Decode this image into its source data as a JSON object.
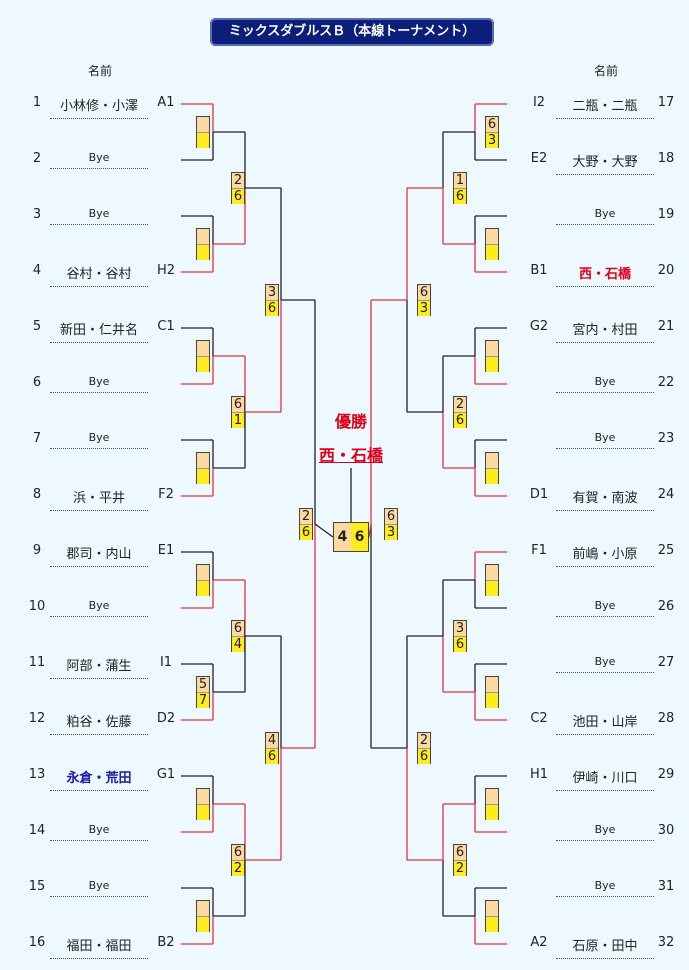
{
  "title": "ミックスダブルスＢ（本線トーナメント）",
  "name_header_left": "名前",
  "name_header_right": "名前",
  "champion_label": "優勝",
  "champion_name": "西・石橋",
  "final_score": [
    "4",
    "6"
  ],
  "colors": {
    "winner_line": "#e03040",
    "loser_line": "#222222",
    "score_light": "#fbd9a1",
    "score_yellow": "#ffeb1e",
    "title_bg": "#0b1f7a"
  },
  "left_players": [
    {
      "seed": "1",
      "name": "小林修・小澤",
      "code": "A1"
    },
    {
      "seed": "2",
      "name": "Bye",
      "code": ""
    },
    {
      "seed": "3",
      "name": "Bye",
      "code": ""
    },
    {
      "seed": "4",
      "name": "谷村・谷村",
      "code": "H2"
    },
    {
      "seed": "5",
      "name": "新田・仁井名",
      "code": "C1"
    },
    {
      "seed": "6",
      "name": "Bye",
      "code": ""
    },
    {
      "seed": "7",
      "name": "Bye",
      "code": ""
    },
    {
      "seed": "8",
      "name": "浜・平井",
      "code": "F2"
    },
    {
      "seed": "9",
      "name": "郡司・内山",
      "code": "E1"
    },
    {
      "seed": "10",
      "name": "Bye",
      "code": ""
    },
    {
      "seed": "11",
      "name": "阿部・蒲生",
      "code": "I1"
    },
    {
      "seed": "12",
      "name": "粕谷・佐藤",
      "code": "D2"
    },
    {
      "seed": "13",
      "name": "永倉・荒田",
      "code": "G1"
    },
    {
      "seed": "14",
      "name": "Bye",
      "code": ""
    },
    {
      "seed": "15",
      "name": "Bye",
      "code": ""
    },
    {
      "seed": "16",
      "name": "福田・福田",
      "code": "B2"
    }
  ],
  "right_players": [
    {
      "seed": "17",
      "name": "二瓶・二瓶",
      "code": "I2"
    },
    {
      "seed": "18",
      "name": "大野・大野",
      "code": "E2"
    },
    {
      "seed": "19",
      "name": "Bye",
      "code": ""
    },
    {
      "seed": "20",
      "name": "西・石橋",
      "code": "B1"
    },
    {
      "seed": "21",
      "name": "宮内・村田",
      "code": "G2"
    },
    {
      "seed": "22",
      "name": "Bye",
      "code": ""
    },
    {
      "seed": "23",
      "name": "Bye",
      "code": ""
    },
    {
      "seed": "24",
      "name": "有賀・南波",
      "code": "D1"
    },
    {
      "seed": "25",
      "name": "前嶋・小原",
      "code": "F1"
    },
    {
      "seed": "26",
      "name": "Bye",
      "code": ""
    },
    {
      "seed": "27",
      "name": "Bye",
      "code": ""
    },
    {
      "seed": "28",
      "name": "池田・山岸",
      "code": "C2"
    },
    {
      "seed": "29",
      "name": "伊崎・川口",
      "code": "H1"
    },
    {
      "seed": "30",
      "name": "Bye",
      "code": ""
    },
    {
      "seed": "31",
      "name": "Bye",
      "code": ""
    },
    {
      "seed": "32",
      "name": "石原・田中",
      "code": "A2"
    }
  ],
  "left_rounds": [
    [
      [
        "",
        ""
      ],
      [
        "",
        ""
      ],
      [
        "",
        ""
      ],
      [
        "",
        ""
      ],
      [
        "",
        ""
      ],
      [
        "5",
        "7"
      ],
      [
        "",
        ""
      ],
      [
        "",
        ""
      ]
    ],
    [
      [
        "2",
        "6"
      ],
      [
        "6",
        "1"
      ],
      [
        "6",
        "4"
      ],
      [
        "6",
        "2"
      ]
    ],
    [
      [
        "3",
        "6"
      ],
      [
        "4",
        "6"
      ]
    ],
    [
      [
        "2",
        "6"
      ]
    ]
  ],
  "right_rounds": [
    [
      [
        "6",
        "3"
      ],
      [
        "",
        ""
      ],
      [
        "",
        ""
      ],
      [
        "",
        ""
      ],
      [
        "",
        ""
      ],
      [
        "",
        ""
      ],
      [
        "",
        ""
      ],
      [
        "",
        ""
      ]
    ],
    [
      [
        "1",
        "6"
      ],
      [
        "2",
        "6"
      ],
      [
        "3",
        "6"
      ],
      [
        "6",
        "2"
      ]
    ],
    [
      [
        "6",
        "3"
      ],
      [
        "2",
        "6"
      ]
    ],
    [
      [
        "6",
        "3"
      ]
    ]
  ],
  "left_winners": [
    [
      0,
      1,
      1,
      1,
      1,
      1,
      1,
      1
    ],
    [
      1,
      0,
      0,
      0
    ],
    [
      1,
      1
    ],
    [
      1
    ]
  ],
  "right_winners": [
    [
      0,
      1,
      1,
      1,
      0,
      1,
      1,
      1
    ],
    [
      1,
      1,
      1,
      0
    ],
    [
      0,
      1
    ],
    [
      0
    ]
  ]
}
